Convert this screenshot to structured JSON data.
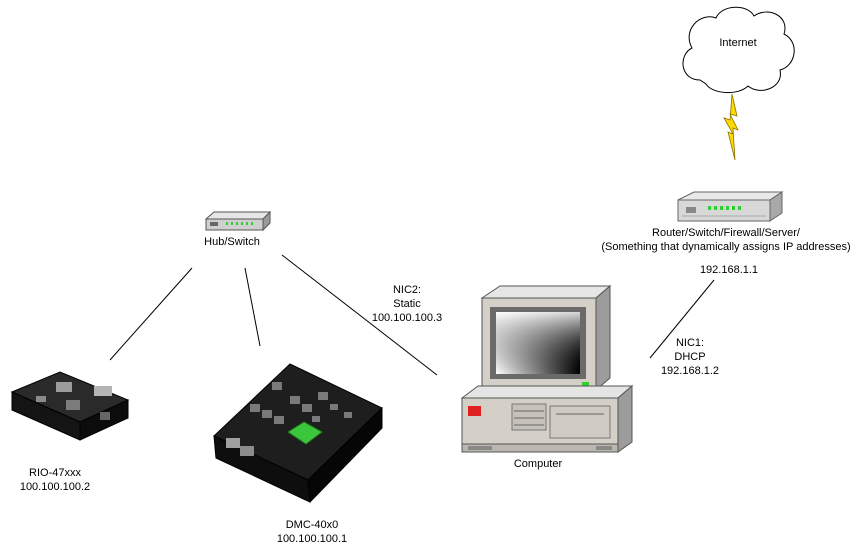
{
  "internet": {
    "label": "Internet"
  },
  "router": {
    "label": "Router/Switch/Firewall/Server/",
    "sublabel": "(Something that dynamically assigns IP addresses)",
    "ip": "192.168.1.1"
  },
  "hub": {
    "label": "Hub/Switch"
  },
  "nic2": {
    "label": "NIC2:",
    "mode": "Static",
    "ip": "100.100.100.3"
  },
  "nic1": {
    "label": "NIC1:",
    "mode": "DHCP",
    "ip": "192.168.1.2"
  },
  "computer": {
    "label": "Computer"
  },
  "rio": {
    "label": "RIO-47xxx",
    "ip": "100.100.100.2"
  },
  "dmc": {
    "label": "DMC-40x0",
    "ip": "100.100.100.1"
  },
  "colors": {
    "lightning": "#ffd800",
    "device_body": "#1a1a1a",
    "dmc_connector": "#3cc63c",
    "cloud_stroke": "#000000",
    "computer_case": "#d4d0c8"
  }
}
